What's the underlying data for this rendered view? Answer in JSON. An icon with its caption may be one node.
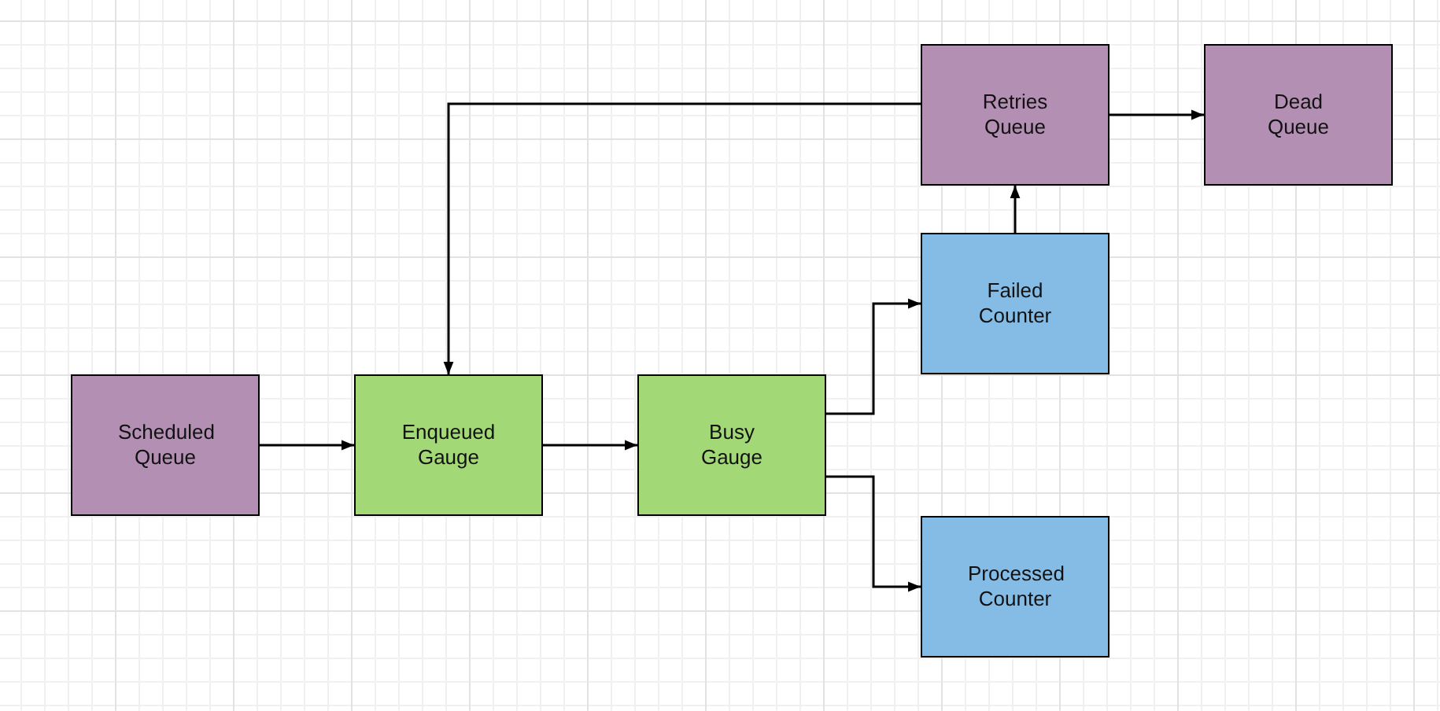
{
  "diagram": {
    "nodes": [
      {
        "text": [
          "Scheduled Queue"
        ]
      },
      {
        "text": [
          "Enqueued Gauge"
        ]
      },
      {
        "text": [
          "Busy Gauge"
        ]
      },
      {
        "text": [
          "Retries Queue"
        ]
      },
      {
        "text": [
          "Dead Queue"
        ]
      },
      {
        "text": [
          "Failed Counter"
        ]
      },
      {
        "text": [
          "Processed Counter"
        ]
      }
    ],
    "edges": [
      {
        "from": 0,
        "to": 1,
        "arrow": "to"
      },
      {
        "from": 1,
        "to": 2,
        "arrow": "to"
      },
      {
        "from": 2,
        "to": 5,
        "arrow": "to"
      },
      {
        "from": 2,
        "to": 6,
        "arrow": "to"
      },
      {
        "from": 5,
        "to": 3,
        "arrow": "to"
      },
      {
        "from": 3,
        "to": 4,
        "arrow": "to"
      },
      {
        "from": 3,
        "to": 1,
        "arrow": "to"
      }
    ]
  }
}
